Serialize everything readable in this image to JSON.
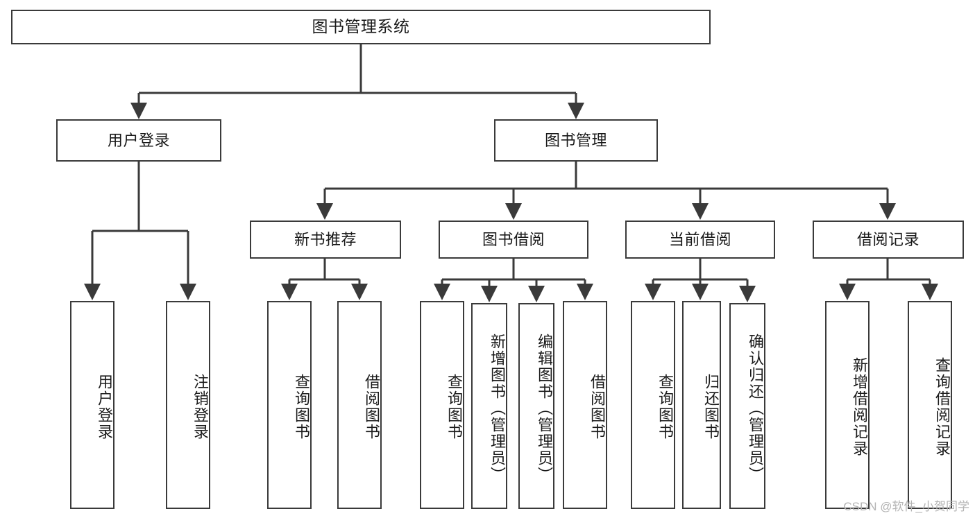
{
  "diagram": {
    "title": "图书管理系统",
    "type": "tree",
    "watermark": "CSDN @软件_小贺同学",
    "colors": {
      "border": "#3a3a3a",
      "background": "#ffffff",
      "text": "#1a1a1a",
      "edge": "#3a3a3a",
      "watermark": "#b4b4b4"
    },
    "nodes": {
      "root": {
        "label": "图书管理系统"
      },
      "level1": [
        {
          "label": "用户登录"
        },
        {
          "label": "图书管理"
        }
      ],
      "level2": [
        {
          "label": "新书推荐"
        },
        {
          "label": "图书借阅"
        },
        {
          "label": "当前借阅"
        },
        {
          "label": "借阅记录"
        }
      ],
      "leaves": {
        "user_login": [
          {
            "label": "用户登录"
          },
          {
            "label": "注销登录"
          }
        ],
        "new_book": [
          {
            "label": "查询图书"
          },
          {
            "label": "借阅图书"
          }
        ],
        "book_borrow": [
          {
            "label": "查询图书"
          },
          {
            "label": "新增图书（管理员）"
          },
          {
            "label": "编辑图书（管理员）"
          },
          {
            "label": "借阅图书"
          }
        ],
        "current_borrow": [
          {
            "label": "查询图书"
          },
          {
            "label": "归还图书"
          },
          {
            "label": "确认归还（管理员）"
          }
        ],
        "borrow_record": [
          {
            "label": "新增借阅记录"
          },
          {
            "label": "查询借阅记录"
          }
        ]
      }
    }
  }
}
